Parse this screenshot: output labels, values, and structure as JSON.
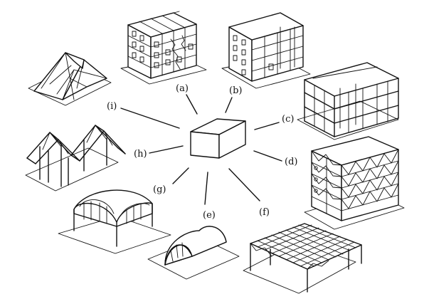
{
  "labels": {
    "a": "(a)",
    "b": "(b)",
    "c": "(c)",
    "d": "(d)",
    "e": "(e)",
    "f": "(f)",
    "g": "(g)",
    "h": "(h)",
    "i": "(i)"
  }
}
